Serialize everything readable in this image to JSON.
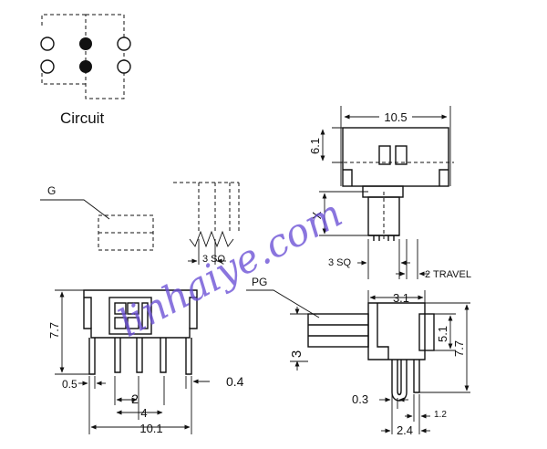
{
  "circuit": {
    "label": "Circuit"
  },
  "labels": {
    "g": "G",
    "pg": "PG",
    "x": "X",
    "sq_top": "3 SQ",
    "sq_right": "3 SQ",
    "travel": "2 TRAVEL"
  },
  "dimensions": {
    "width_10_5": "10.5",
    "height_6_1": "6.1",
    "height_7_7_left": "7.7",
    "pitch_0_5": "0.5",
    "pitch_2": "2",
    "pitch_4": "4",
    "width_10_1": "10.1",
    "pin_0_4": "0.4",
    "side_3_1": "3.1",
    "side_3": "3",
    "side_5_1": "5.1",
    "side_7_7": "7.7",
    "side_0_3": "0.3",
    "side_1_2": "1.2",
    "side_2_4": "2.4"
  },
  "watermark": {
    "text": "linhaiye.com"
  },
  "colors": {
    "line": "#111111",
    "watermark": "#6a4fd6"
  }
}
